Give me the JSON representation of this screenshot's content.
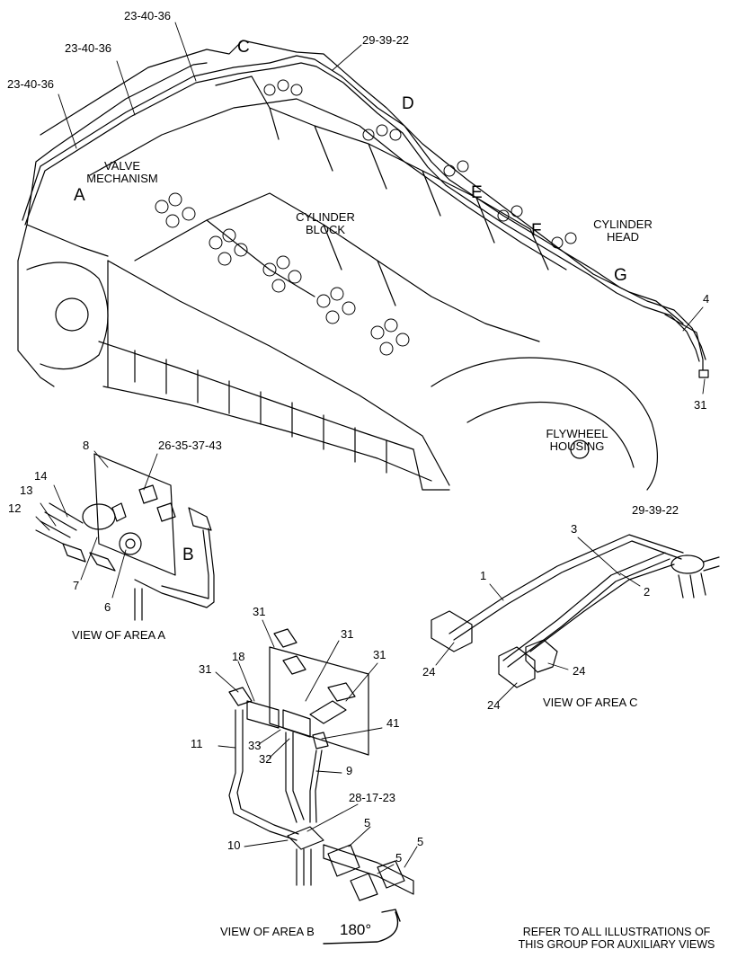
{
  "callouts": {
    "c_23_40_36_top": "23-40-36",
    "c_23_40_36_mid": "23-40-36",
    "c_23_40_36_left": "23-40-36",
    "c_29_39_22_top": "29-39-22",
    "c_26_35_37_43": "26-35-37-43",
    "c_29_39_22_c": "29-39-22",
    "c_28_17_23": "28-17-23",
    "n4": "4",
    "n31_top": "31",
    "n8": "8",
    "n14": "14",
    "n13": "13",
    "n12": "12",
    "n7": "7",
    "n6": "6",
    "n3": "3",
    "n1": "1",
    "n2": "2",
    "n24_left": "24",
    "n24_right": "24",
    "n24_bottom": "24",
    "n31_b1": "31",
    "n31_b2": "31",
    "n31_b3": "31",
    "n31_b4": "31",
    "n18": "18",
    "n41": "41",
    "n11": "11",
    "n33": "33",
    "n32": "32",
    "n9": "9",
    "n5_a": "5",
    "n5_b": "5",
    "n5_c": "5",
    "n10": "10"
  },
  "area_letters": {
    "A": "A",
    "B": "B",
    "C": "C",
    "D": "D",
    "E": "E",
    "F": "F",
    "G": "G"
  },
  "component_labels": {
    "valve_mechanism_1": "VALVE",
    "valve_mechanism_2": "MECHANISM",
    "cylinder_block_1": "CYLINDER",
    "cylinder_block_2": "BLOCK",
    "cylinder_head_1": "CYLINDER",
    "cylinder_head_2": "HEAD",
    "flywheel_housing_1": "FLYWHEEL",
    "flywheel_housing_2": "HOUSING"
  },
  "views": {
    "area_a": "VIEW OF AREA A",
    "area_b": "VIEW OF AREA B",
    "area_c": "VIEW OF AREA C",
    "rotation": "180°"
  },
  "footnote": {
    "line1": "REFER TO ALL ILLUSTRATIONS OF",
    "line2": "THIS GROUP FOR AUXILIARY VIEWS"
  }
}
